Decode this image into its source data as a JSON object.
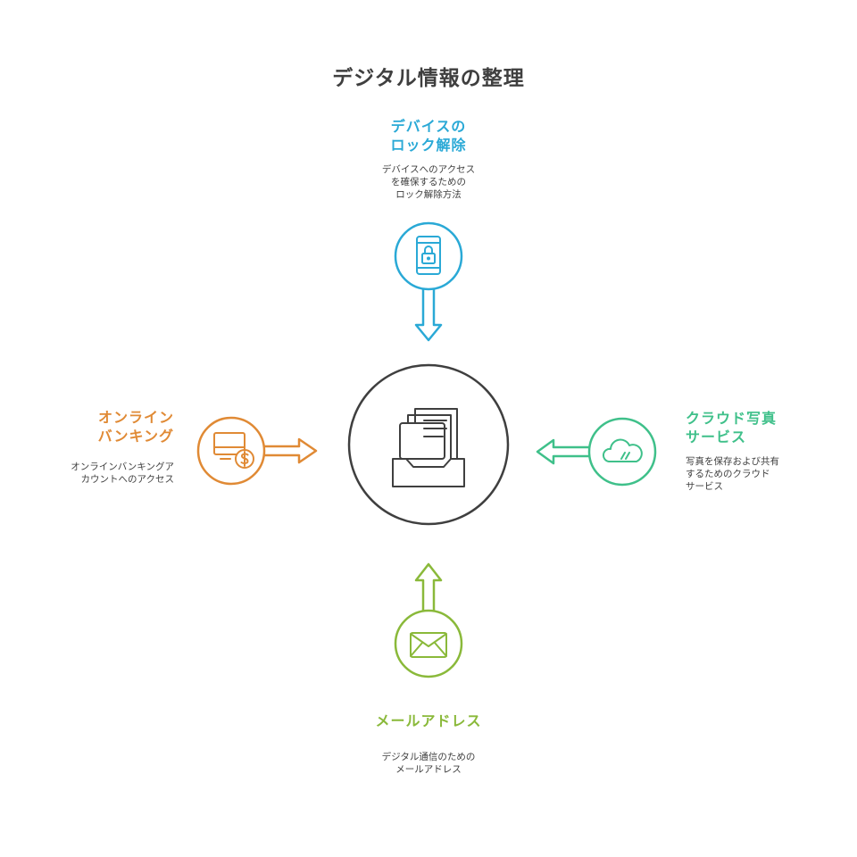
{
  "title": "デジタル情報の整理",
  "colors": {
    "top": "#2aa9d6",
    "left": "#e08a35",
    "right": "#3fc08a",
    "bottom": "#8ab93a",
    "center": "#3f3f3f",
    "text": "#3f3f3f"
  },
  "center": {
    "icon": "document-tray-icon"
  },
  "nodes": {
    "top": {
      "title_lines": [
        "デバイスの",
        "ロック解除"
      ],
      "desc_lines": [
        "デバイスへのアクセス",
        "を確保するための",
        "ロック解除方法"
      ],
      "icon": "locked-phone-icon"
    },
    "left": {
      "title_lines": [
        "オンライン",
        "バンキング"
      ],
      "desc_lines": [
        "オンラインバンキングア",
        "カウントへのアクセス"
      ],
      "icon": "monitor-dollar-icon"
    },
    "right": {
      "title_lines": [
        "クラウド写真",
        "サービス"
      ],
      "desc_lines": [
        "写真を保存および共有",
        "するためのクラウド",
        "サービス"
      ],
      "icon": "cloud-icon"
    },
    "bottom": {
      "title_lines": [
        "メールアドレス"
      ],
      "desc_lines": [
        "デジタル通信のための",
        "メールアドレス"
      ],
      "icon": "envelope-icon"
    }
  }
}
